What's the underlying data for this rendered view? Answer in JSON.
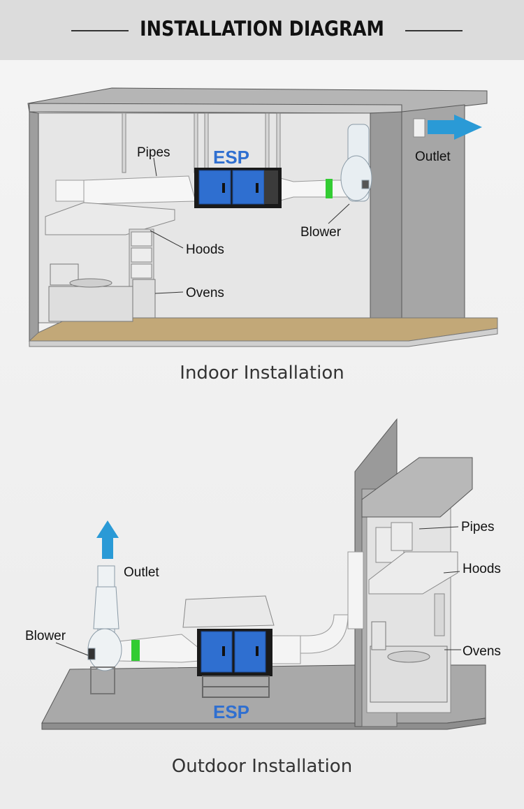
{
  "header": {
    "title": "INSTALLATION DIAGRAM"
  },
  "indoor": {
    "caption": "Indoor Installation",
    "labels": {
      "pipes": "Pipes",
      "esp": "ESP",
      "outlet": "Outlet",
      "blower": "Blower",
      "hoods": "Hoods",
      "ovens": "Ovens"
    }
  },
  "outdoor": {
    "caption": "Outdoor Installation",
    "labels": {
      "outlet": "Outlet",
      "blower": "Blower",
      "esp": "ESP",
      "pipes": "Pipes",
      "hoods": "Hoods",
      "ovens": "Ovens"
    }
  },
  "colors": {
    "esp_blue": "#2f6fd0",
    "arrow_blue": "#2a9ad6",
    "duct_green": "#33cc33",
    "wall_grey": "#a9a9a9"
  }
}
